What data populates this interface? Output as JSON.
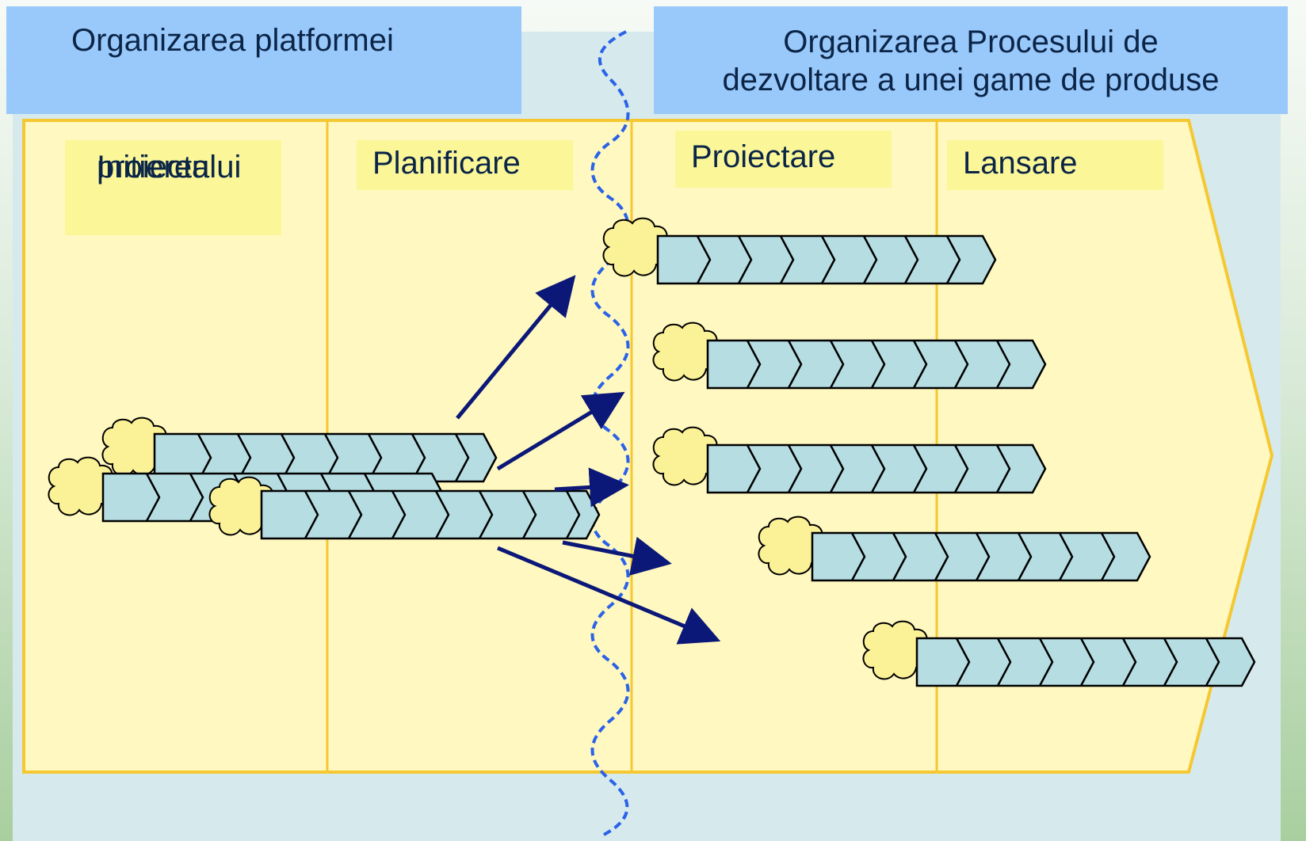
{
  "header": {
    "left_title": "Organizarea platformei",
    "right_title_line1": "Organizarea Procesului de",
    "right_title_line2": "dezvoltare a unei game de produse"
  },
  "stages": [
    {
      "line1": "Initierea",
      "line2": "proiectului"
    },
    {
      "line1": "Planificare"
    },
    {
      "line1": "Proiectare"
    },
    {
      "line1": "Lansare"
    }
  ],
  "colors": {
    "header_blue": "#99c8fb",
    "stage_yellow": "#fbf799",
    "chevron_fill": "#b6dde2",
    "cloud_fill": "#fbf196",
    "arrow_navy": "#0b1878",
    "wave_blue": "#2a62e8"
  }
}
